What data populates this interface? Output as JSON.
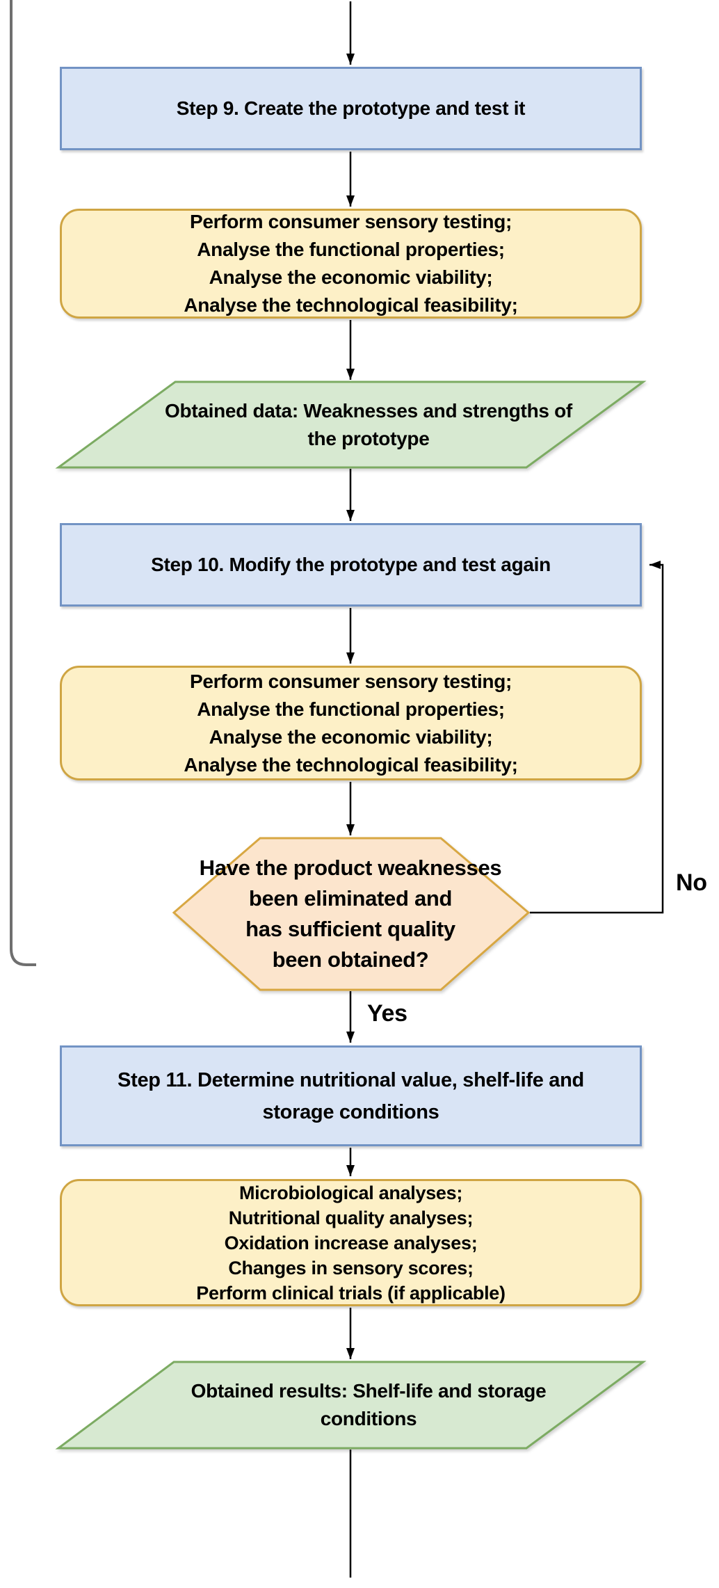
{
  "flowchart": {
    "step9": {
      "label": "Step 9. Create the prototype and test it"
    },
    "evaluation1": {
      "lines": [
        "Perform consumer sensory testing;",
        "Analyse the functional properties;",
        "Analyse the economic viability;",
        "Analyse the technological feasibility;"
      ]
    },
    "data1": {
      "lines": [
        "Obtained data: Weaknesses and strengths of",
        "the prototype"
      ]
    },
    "step10": {
      "label": "Step 10. Modify the prototype and test again"
    },
    "evaluation2": {
      "lines": [
        "Perform consumer sensory testing;",
        "Analyse the functional properties;",
        "Analyse the economic viability;",
        "Analyse the technological feasibility;"
      ]
    },
    "decision": {
      "lines": [
        "Have the product weaknesses",
        "been eliminated and",
        "has sufficient quality",
        "been obtained?"
      ],
      "no_label": "No",
      "yes_label": "Yes"
    },
    "step11": {
      "lines": [
        "Step 11. Determine nutritional value, shelf-life and",
        "storage conditions"
      ]
    },
    "analyses": {
      "lines": [
        "Microbiological analyses;",
        "Nutritional quality analyses;",
        "Oxidation increase analyses;",
        "Changes in sensory scores;",
        "Perform clinical trials (if applicable)"
      ]
    },
    "results": {
      "lines": [
        "Obtained results: Shelf-life and storage",
        "conditions"
      ]
    },
    "colors": {
      "process_fill": "#d9e4f5",
      "process_border": "#7293c4",
      "activity_fill": "#fdf0c7",
      "activity_border": "#cfa543",
      "data_fill": "#d7e9d1",
      "data_border": "#7cab62",
      "decision_fill": "#fce5cd",
      "decision_border": "#d8a742",
      "connector": "#000000",
      "bracket": "#6f6f6f"
    }
  }
}
